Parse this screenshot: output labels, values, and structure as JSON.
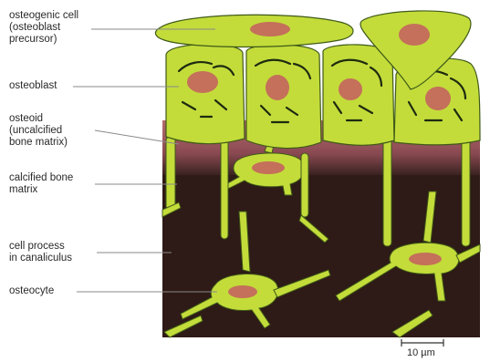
{
  "labels": {
    "osteogenic": [
      "osteogenic cell",
      "(osteoblast",
      "precursor)"
    ],
    "osteoblast": [
      "osteoblast"
    ],
    "osteoid": [
      "osteoid",
      "(uncalcified",
      "bone matrix)"
    ],
    "calcified": [
      "calcified bone",
      "matrix"
    ],
    "cell_process": [
      "cell process",
      "in canaliculus"
    ],
    "osteocyte": [
      "osteocyte"
    ]
  },
  "scale_bar": {
    "text": "10 µm"
  },
  "colors": {
    "cell_green": "#c3dc3a",
    "cell_light": "#d9ec6a",
    "nucleus": "#c4705a",
    "osteoid": "#b06068",
    "calcified_matrix": "#2e1a16",
    "outline": "#3f5a18",
    "leader_line": "#8a8a8a"
  }
}
